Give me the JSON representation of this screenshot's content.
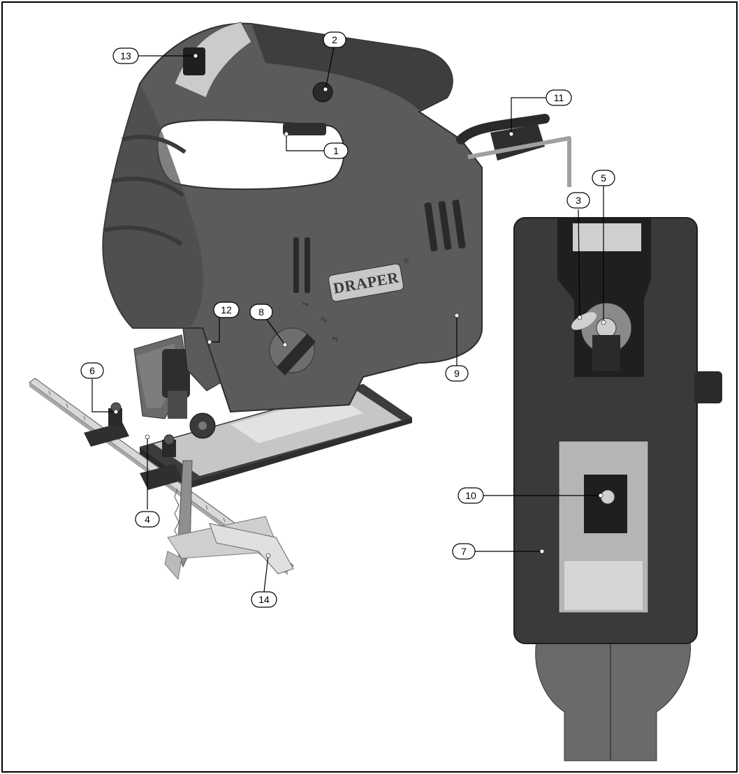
{
  "figure": {
    "brand": "DRAPER",
    "brand_mark": "®",
    "speed_marks": [
      "1",
      "2",
      "3"
    ],
    "callouts": [
      "1",
      "2",
      "3",
      "4",
      "5",
      "6",
      "7",
      "8",
      "9",
      "10",
      "11",
      "12",
      "13",
      "14"
    ]
  },
  "colors": {
    "body": "#5a5a5a",
    "body_dark": "#3a3a3a",
    "body_light": "#7a7a7a",
    "handle_top": "#bdbdbd",
    "metal": "#cfcfcf",
    "metal_dark": "#8a8a8a",
    "blade": "#9a9a9a"
  }
}
